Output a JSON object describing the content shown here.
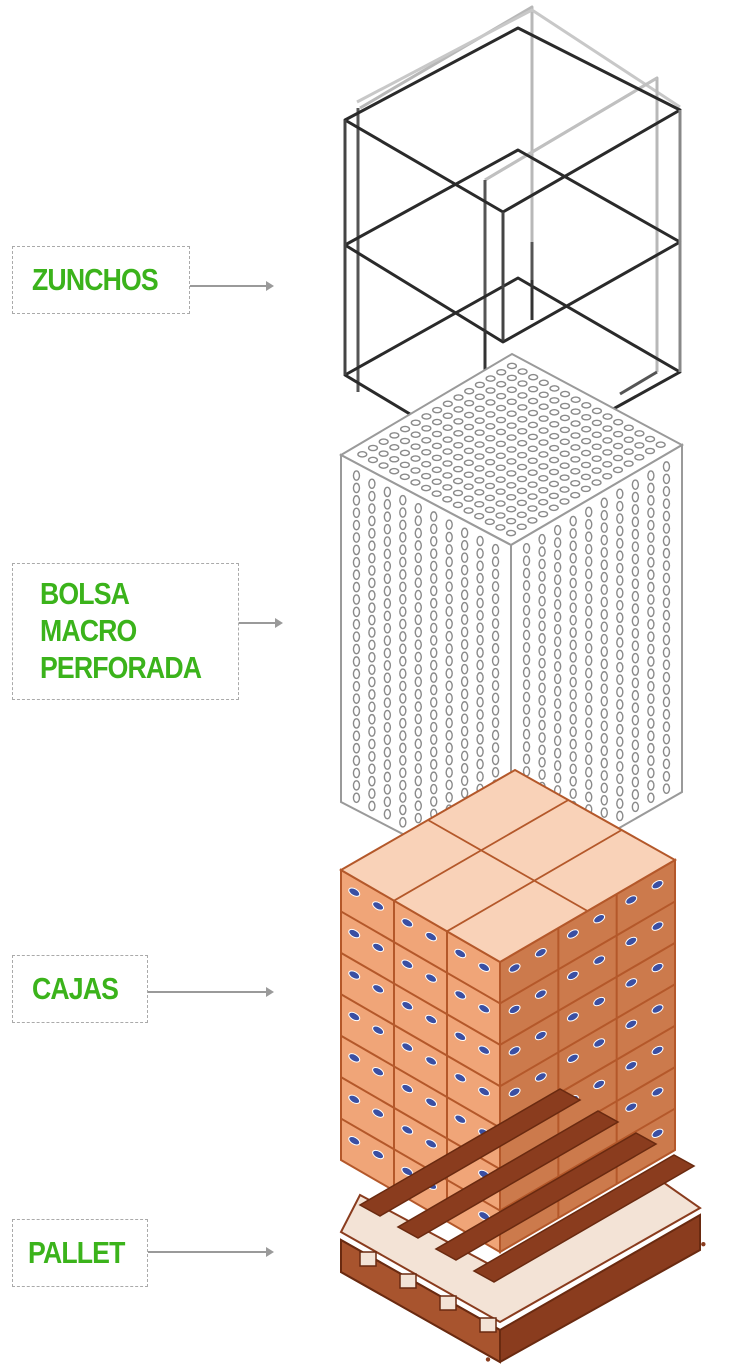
{
  "labels": {
    "zunchos": "ZUNCHOS",
    "bolsa": [
      "BOLSA",
      "MACRO",
      "PERFORADA"
    ],
    "cajas": "CAJAS",
    "pallet": "PALLET"
  },
  "colors": {
    "label_green": "#3bb31b",
    "box_top": "#f9d2b8",
    "box_left": "#f0a578",
    "box_right": "#cc7a4c",
    "box_edge": "#b4582a",
    "dot_blue": "#3a4fa3",
    "pallet_top": "#f3e3d6",
    "pallet_side": "#8a3c1e",
    "strap": "#2a2a2a",
    "bag_line": "#8a8a8a"
  },
  "icons": [
    "dashed-label-frame",
    "arrow-right"
  ]
}
